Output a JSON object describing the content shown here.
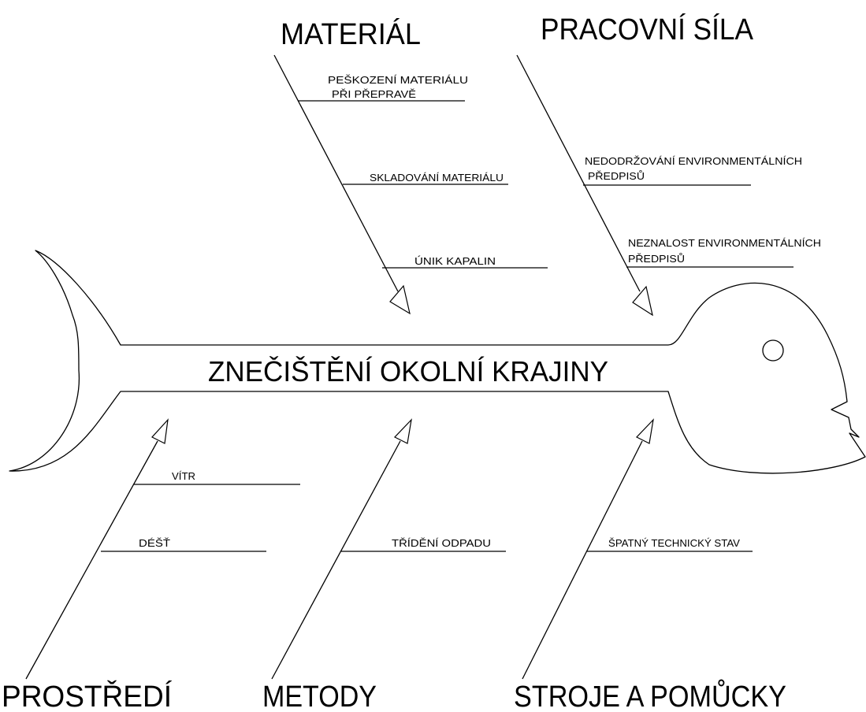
{
  "effect": "ZNEČIŠTĚNÍ OKOLNÍ KRAJINY",
  "categories": {
    "material": {
      "label": "MATERIÁL",
      "causes": [
        "PEŠKOZENÍ MATERIÁLU",
        "PŘI PŘEPRAVĚ",
        "SKLADOVÁNÍ MATERIÁLU",
        "ÚNIK KAPALIN"
      ]
    },
    "workforce": {
      "label": "PRACOVNÍ SÍLA",
      "causes": [
        "NEDODRŽOVÁNÍ ENVIRONMENTÁLNÍCH",
        "PŘEDPISŮ",
        "NEZNALOST ENVIRONMENTÁLNÍCH",
        "PŘEDPISŮ"
      ]
    },
    "environment": {
      "label": "PROSTŘEDÍ",
      "causes": [
        "VÍTR",
        "DÉŠŤ"
      ]
    },
    "methods": {
      "label": "METODY",
      "causes": [
        "TŘÍDĚNÍ ODPADU"
      ]
    },
    "machines": {
      "label": "STROJE A POMŮCKY",
      "causes": [
        "ŠPATNÝ TECHNICKÝ STAV"
      ]
    }
  }
}
